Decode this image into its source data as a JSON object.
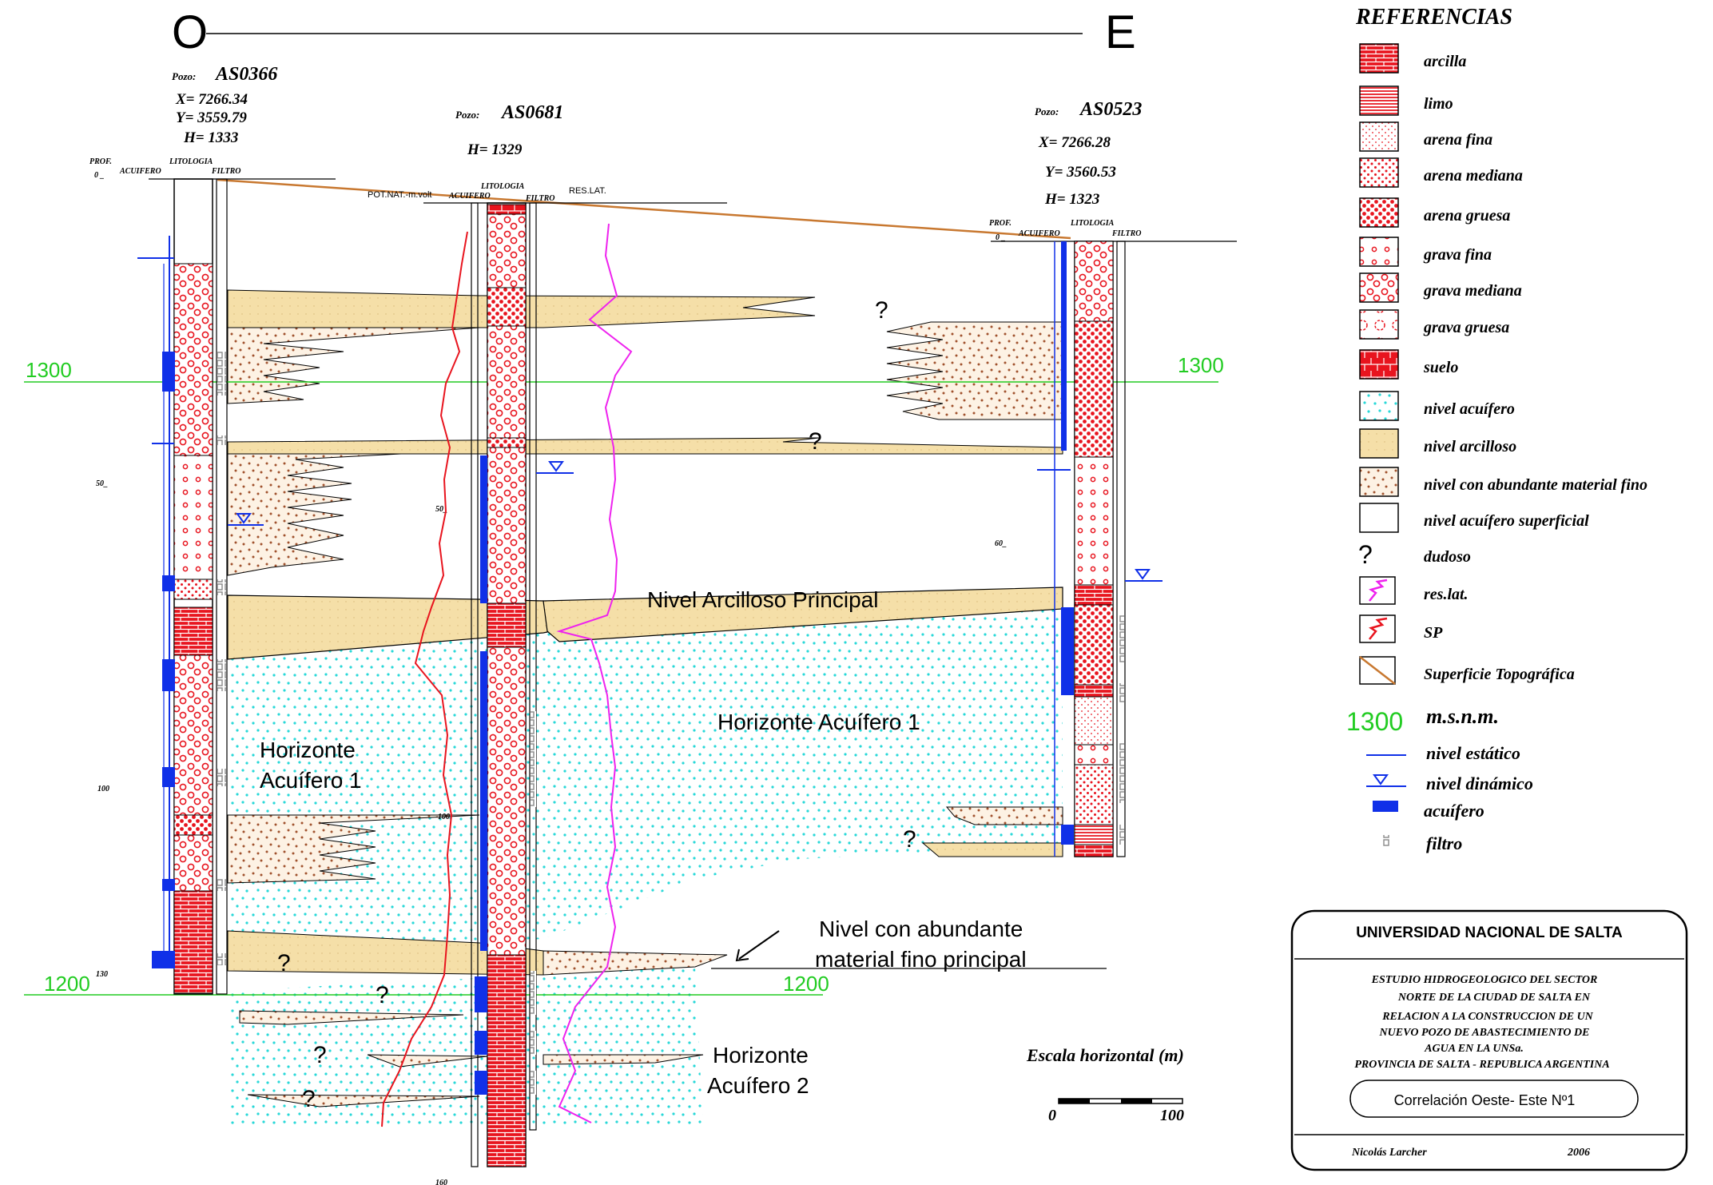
{
  "header": {
    "west": "O",
    "east": "E"
  },
  "wells": [
    {
      "pozo_label": "Pozo:",
      "name": "AS0366",
      "x": "X=  7266.34",
      "y": "Y=  3559.79",
      "h": "H=   1333",
      "prof": "PROF.",
      "zero": "0 _",
      "acuifero": "ACUIFERO",
      "litologia": "LITOLOGIA",
      "filtro": "FILTRO",
      "depth_labels": [
        "50_",
        "100",
        "130"
      ]
    },
    {
      "pozo_label": "Pozo:",
      "name": "AS0681",
      "h": "H=   1329",
      "litologia": "LITOLOGIA",
      "acuifero": "ACUIFERO",
      "filtro": "FILTRO",
      "pot_nat": "POT.NAT.-m.volt",
      "res_lat": "RES.LAT.",
      "depth_labels": [
        "50_",
        "100",
        "160"
      ]
    },
    {
      "pozo_label": "Pozo:",
      "name": "AS0523",
      "x": "X=  7266.28",
      "y": "Y=  3560.53",
      "h": "H=   1323",
      "prof": "PROF.",
      "zero": "0 _",
      "acuifero": "ACUIFERO",
      "litologia": "LITOLOGIA",
      "filtro": "FILTRO",
      "depth_labels": [
        "60_"
      ]
    }
  ],
  "elevations": {
    "upper": "1300",
    "lower": "1200"
  },
  "section_labels": {
    "nivel_arcilloso": "Nivel Arcilloso Principal",
    "horizonte1_left_line1": "Horizonte",
    "horizonte1_left_line2": "Acuífero 1",
    "horizonte1_center": "Horizonte Acuífero 1",
    "nivel_fino_line1": "Nivel con abundante",
    "nivel_fino_line2": "material fino principal",
    "horizonte2_line1": "Horizonte",
    "horizonte2_line2": "Acuífero 2",
    "question": "?"
  },
  "scale": {
    "title": "Escala horizontal  (m)",
    "zero": "0",
    "max": "100"
  },
  "legend": {
    "title": "REFERENCIAS",
    "items": [
      {
        "icon": "clay-pattern-icon",
        "label": "arcilla"
      },
      {
        "icon": "silt-pattern-icon",
        "label": "limo"
      },
      {
        "icon": "fine-sand-pattern-icon",
        "label": "arena fina"
      },
      {
        "icon": "medium-sand-pattern-icon",
        "label": "arena mediana"
      },
      {
        "icon": "coarse-sand-pattern-icon",
        "label": "arena gruesa"
      },
      {
        "icon": "fine-gravel-pattern-icon",
        "label": "grava fina"
      },
      {
        "icon": "medium-gravel-pattern-icon",
        "label": "grava mediana"
      },
      {
        "icon": "coarse-gravel-pattern-icon",
        "label": "grava gruesa"
      },
      {
        "icon": "soil-pattern-icon",
        "label": "suelo"
      },
      {
        "icon": "aquifer-level-pattern-icon",
        "label": "nivel acuífero"
      },
      {
        "icon": "clay-level-pattern-icon",
        "label": "nivel arcilloso"
      },
      {
        "icon": "fine-material-pattern-icon",
        "label": "nivel con abundante material fino"
      },
      {
        "icon": "shallow-aquifer-box-icon",
        "label": "nivel acuífero superficial"
      },
      {
        "icon": "question-mark-icon",
        "label": "dudoso"
      },
      {
        "icon": "res-lat-curve-icon",
        "label": "res.lat."
      },
      {
        "icon": "sp-curve-icon",
        "label": "SP"
      },
      {
        "icon": "topographic-surface-icon",
        "label": "Superficie Topográfica"
      }
    ],
    "msnm_value": "1300",
    "msnm_label": "m.s.n.m.",
    "static_label": "nivel  estático",
    "dynamic_label": "nivel  dinámico",
    "aquifer_label": "acuífero",
    "filter_label": "filtro"
  },
  "title_block": {
    "university": "UNIVERSIDAD NACIONAL DE SALTA",
    "study_lines": [
      "ESTUDIO HIDROGEOLOGICO DEL SECTOR",
      "NORTE DE LA CIUDAD DE SALTA EN",
      "RELACION A LA CONSTRUCCION DE UN",
      "NUEVO POZO DE ABASTECIMIENTO DE",
      "AGUA EN LA UNSa.",
      "PROVINCIA DE SALTA - REPUBLICA ARGENTINA"
    ],
    "correlation": "Correlación Oeste- Este Nº1",
    "author": "Nicolás Larcher",
    "year": "2006"
  },
  "colors": {
    "lithology_red": "#e8141e",
    "aquifer_cyan": "#28d8d8",
    "clay_tan": "#f5dfa8",
    "fine_brown": "#a0522d",
    "elevation_green": "#22cc22",
    "sp_red": "#e8141e",
    "res_magenta": "#ee22ee",
    "blue": "#1030e8",
    "topo_orange": "#c87830"
  }
}
